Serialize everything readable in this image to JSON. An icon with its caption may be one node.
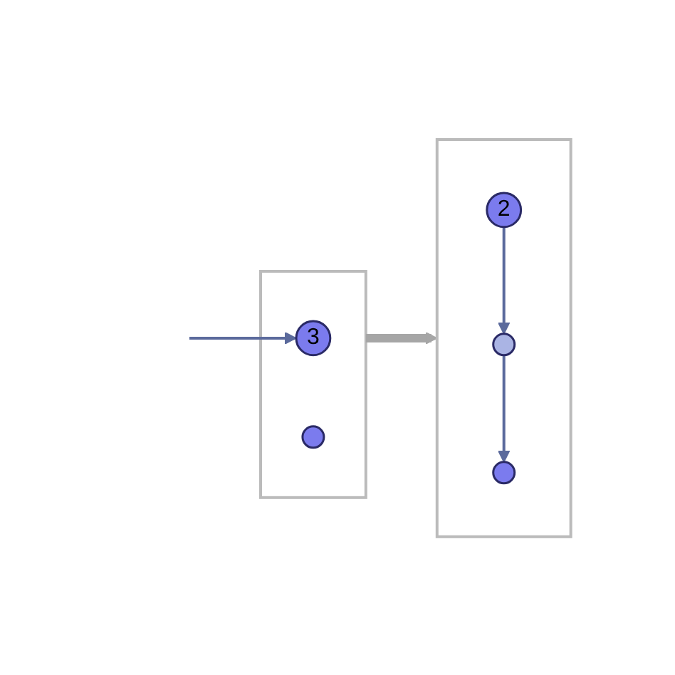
{
  "diagram": {
    "nodes": [
      {
        "text": [],
        "shape": "box"
      },
      {
        "text": [
          "3"
        ],
        "in": 0
      },
      {
        "text": [],
        "shape": "circle",
        "in": 0
      },
      {
        "text": [],
        "shape": "box"
      },
      {
        "text": [
          "2"
        ],
        "in": 3
      },
      {
        "text": [],
        "shape": "circle",
        "in": 3
      },
      {
        "text": [],
        "shape": "circle",
        "in": 3
      }
    ],
    "edges": [
      {
        "from": null,
        "to": 1,
        "arrow": "to"
      },
      {
        "from": 0,
        "to": 3,
        "arrow": "to",
        "style": "thick",
        "color": "#a6a6a6"
      },
      {
        "from": 4,
        "to": 5,
        "arrow": "to"
      },
      {
        "from": 5,
        "to": 6,
        "arrow": "to"
      }
    ]
  }
}
